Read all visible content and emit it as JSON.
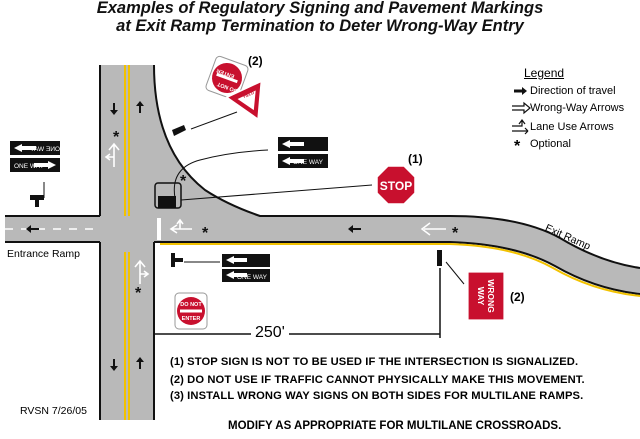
{
  "title": {
    "line1": "Examples of Regulatory Signing and Pavement Markings",
    "line2": "at Exit Ramp Termination to Deter Wrong-Way Entry"
  },
  "legend": {
    "heading": "Legend",
    "items": [
      {
        "label": "Direction of travel",
        "symbol": "arrow"
      },
      {
        "label": "Wrong-Way Arrows",
        "symbol": "hollow-arrow"
      },
      {
        "label": "Lane Use Arrows",
        "symbol": "lane-use-arrow"
      },
      {
        "label": "Optional",
        "symbol": "asterisk"
      }
    ]
  },
  "labels": {
    "entrance_ramp": "Entrance Ramp",
    "exit_ramp": "Exit Ramp",
    "distance": "250'",
    "revision": "RVSN 7/26/05"
  },
  "signs": {
    "one_way": "ONE WAY",
    "stop": "STOP",
    "do_not": "DO NOT",
    "enter": "ENTER",
    "yield": "YIELD",
    "wrong": "WRONG",
    "way": "WAY"
  },
  "callouts": {
    "one": "(1)",
    "two": "(2)"
  },
  "notes": [
    "(1) STOP SIGN IS NOT TO BE USED IF THE INTERSECTION IS SIGNALIZED.",
    "(2) DO NOT USE IF TRAFFIC CANNOT PHYSICALLY MAKE THIS MOVEMENT.",
    "(3) INSTALL WRONG WAY SIGNS ON BOTH SIDES FOR MULTILANE RAMPS."
  ],
  "footer": "MODIFY AS APPROPRIATE FOR MULTILANE CROSSROADS.",
  "colors": {
    "road": "#b9b9b9",
    "yellow": "#f2c200",
    "sign_red": "#c8102e",
    "edge": "#111111"
  }
}
